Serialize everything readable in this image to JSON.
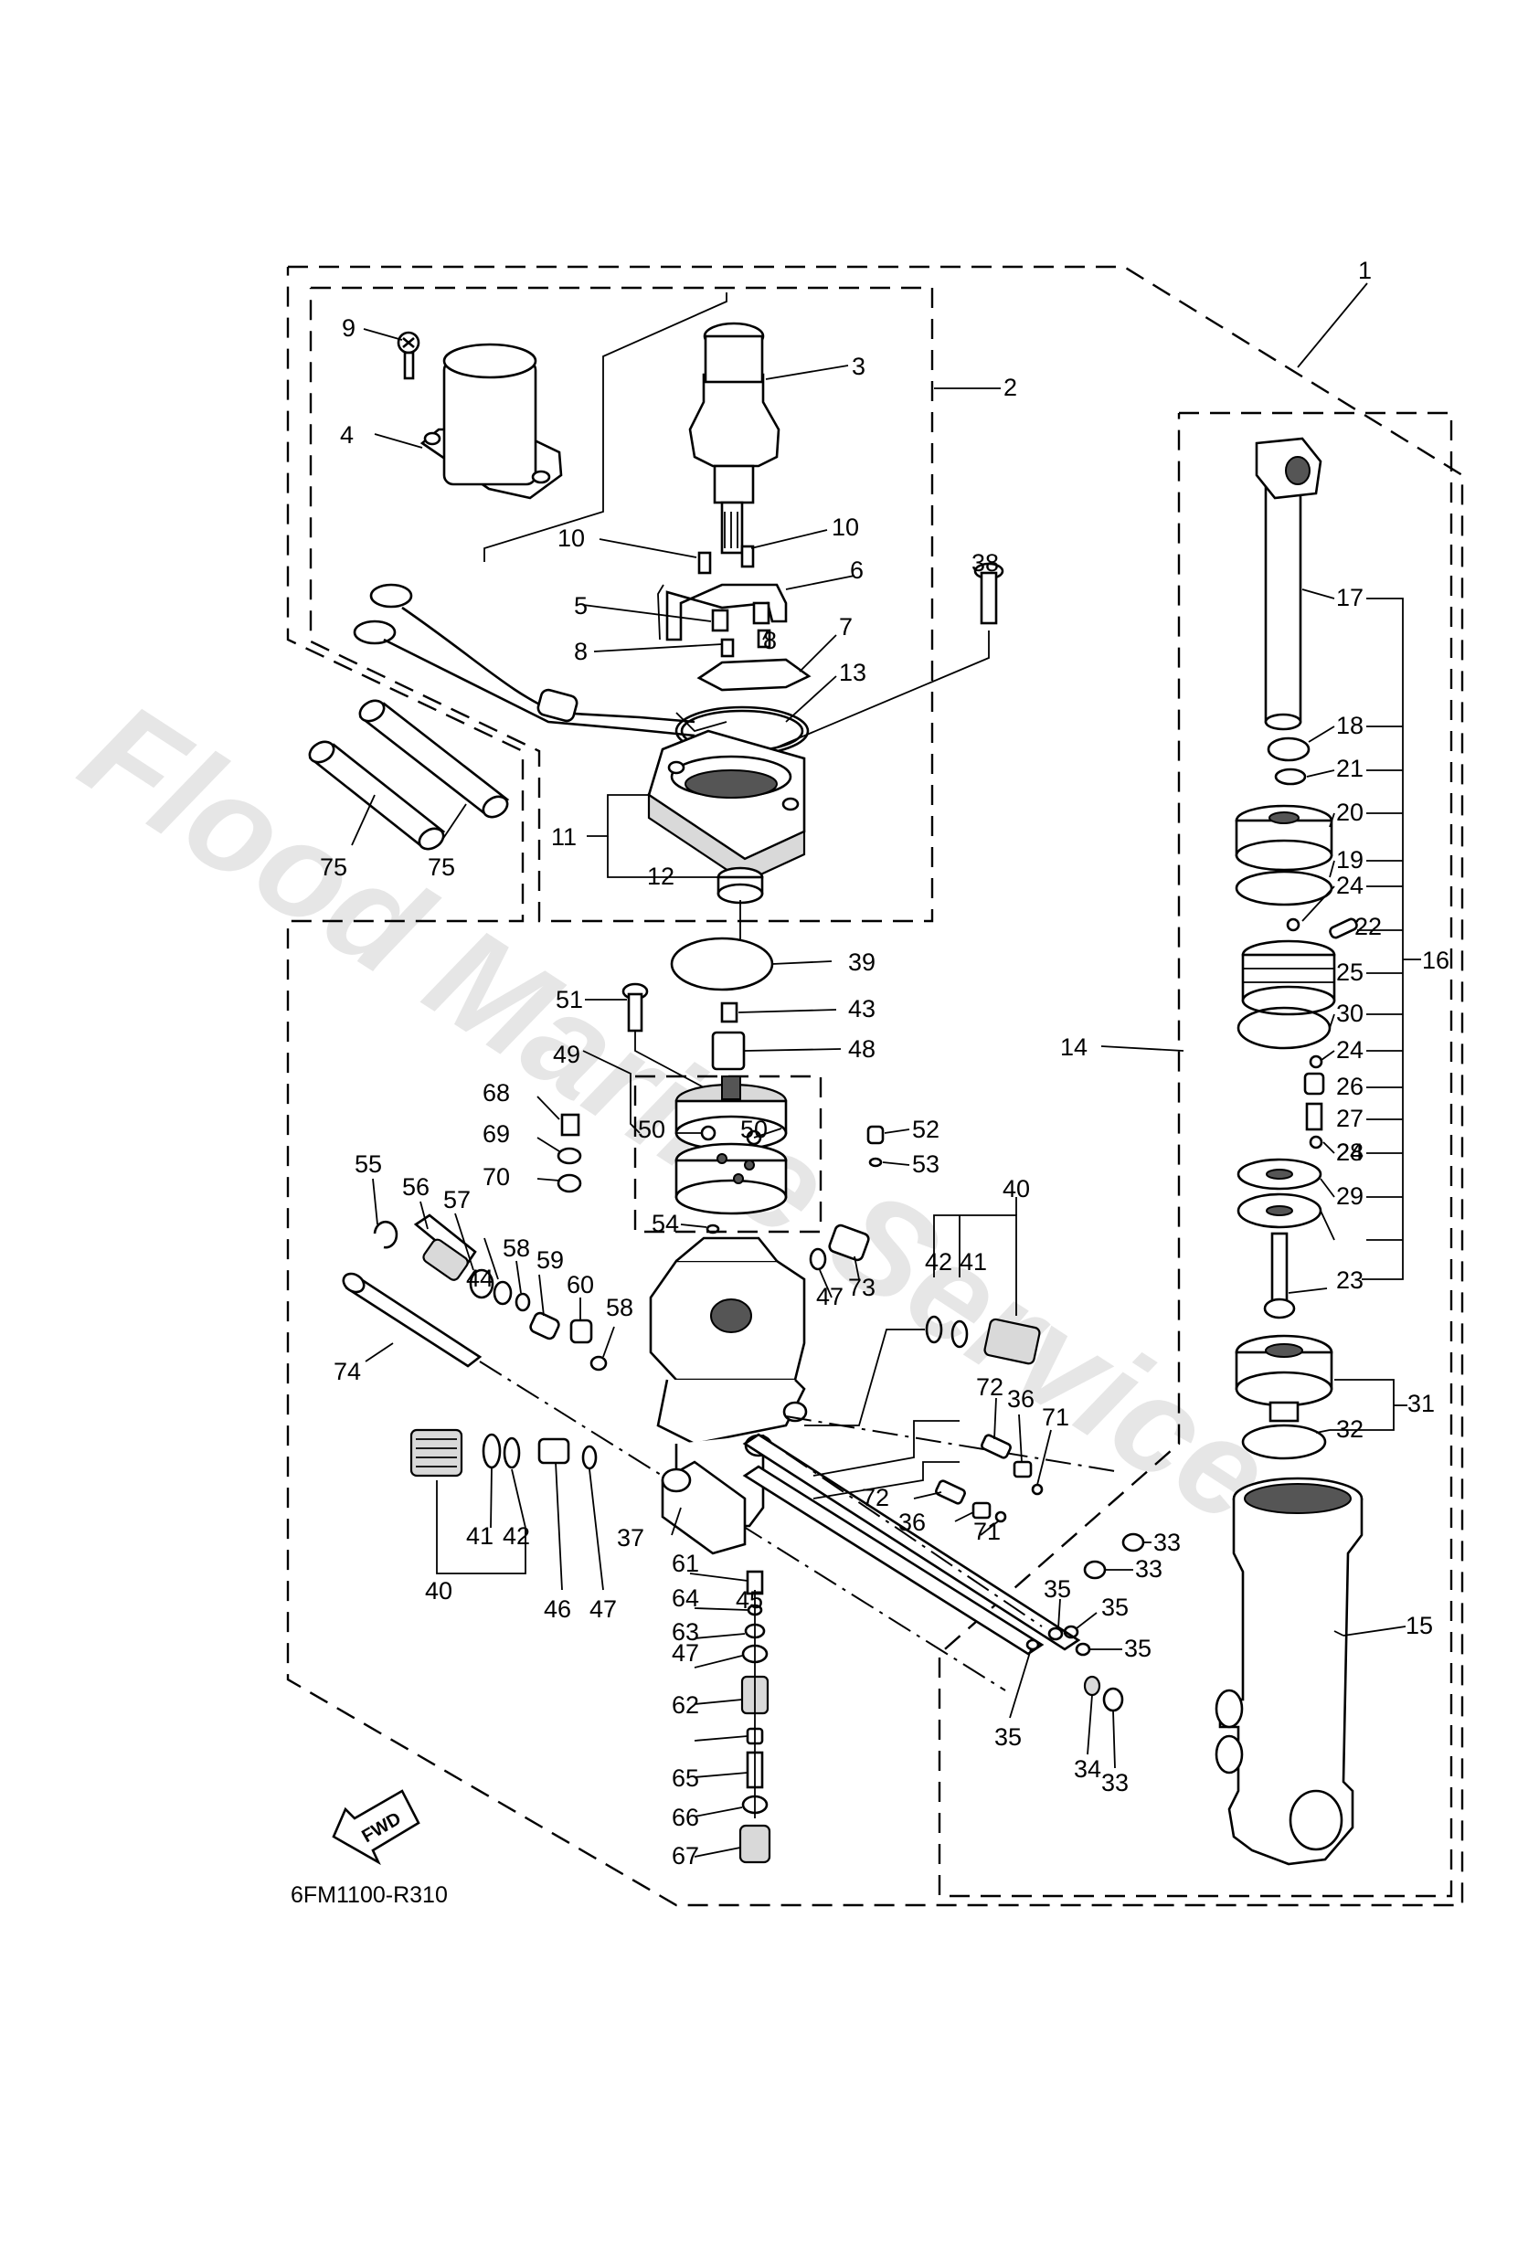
{
  "diagram": {
    "code": "6FM1100-R310",
    "watermark": "Flood Marine Services",
    "direction_mark": "FWD"
  },
  "callouts": [
    "1",
    "2",
    "3",
    "4",
    "5",
    "6",
    "7",
    "8",
    "8",
    "9",
    "10",
    "10",
    "11",
    "12",
    "13",
    "14",
    "15",
    "16",
    "17",
    "18",
    "19",
    "20",
    "21",
    "22",
    "23",
    "24",
    "24",
    "24",
    "25",
    "26",
    "27",
    "28",
    "29",
    "30",
    "31",
    "32",
    "33",
    "33",
    "33",
    "34",
    "35",
    "35",
    "35",
    "35",
    "36",
    "36",
    "37",
    "38",
    "39",
    "40",
    "40",
    "41",
    "41",
    "42",
    "42",
    "43",
    "44",
    "45",
    "46",
    "47",
    "47",
    "47",
    "48",
    "49",
    "50",
    "50",
    "51",
    "52",
    "53",
    "54",
    "55",
    "56",
    "57",
    "58",
    "58",
    "59",
    "60",
    "61",
    "62",
    "63",
    "64",
    "65",
    "66",
    "67",
    "68",
    "69",
    "70",
    "71",
    "71",
    "72",
    "72",
    "73",
    "74",
    "75",
    "75"
  ]
}
